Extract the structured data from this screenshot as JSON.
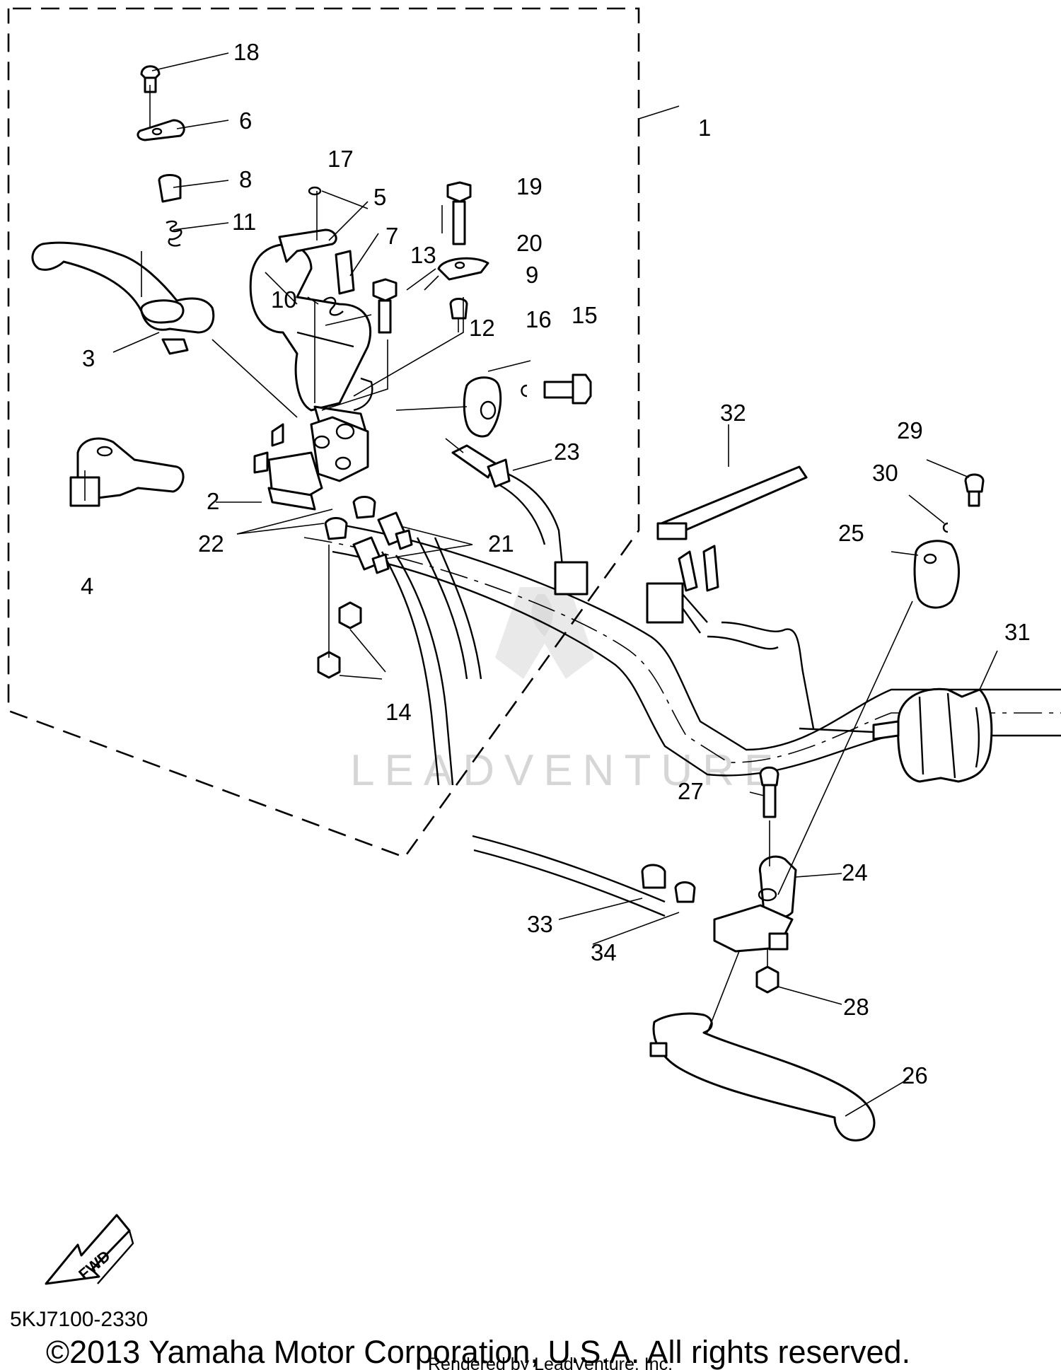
{
  "callouts": [
    "1",
    "2",
    "3",
    "4",
    "5",
    "6",
    "7",
    "8",
    "9",
    "10",
    "11",
    "12",
    "13",
    "14",
    "15",
    "16",
    "17",
    "18",
    "19",
    "20",
    "21",
    "22",
    "23",
    "24",
    "25",
    "26",
    "27",
    "28",
    "29",
    "30",
    "31",
    "32",
    "33",
    "34"
  ],
  "watermark": "LEADVENTURE",
  "fwd_label": "FWD",
  "diagram_code": "5KJ7100-2330",
  "copyright": "©2013 Yamaha Motor Corporation, U.S.A. All rights reserved.",
  "rendered_by": "Rendered by LeadVenture, Inc."
}
